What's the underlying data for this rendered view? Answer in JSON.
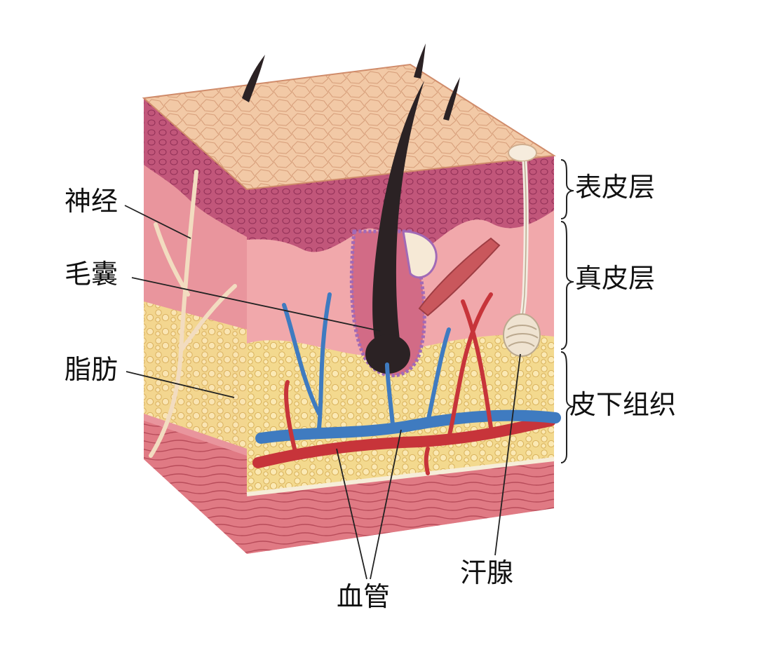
{
  "labels": {
    "nerve": "神经",
    "hair_follicle": "毛囊",
    "fat": "脂肪",
    "blood_vessels": "血管",
    "sweat_gland": "汗腺",
    "epidermis": "表皮层",
    "dermis": "真皮层",
    "subcutaneous": "皮下组织"
  },
  "colors": {
    "surface": "#f2c9a6",
    "surface_cells": "#d9a07c",
    "epidermis_layer": "#c1567a",
    "dermis": "#f1a8ab",
    "dermis_side": "#e9959d",
    "fat": "#f3d98e",
    "fat_cells": "#d9b25c",
    "muscle": "#d9707c",
    "hair": "#2b2224",
    "vein": "#3f7bc0",
    "artery": "#c7343a",
    "nerve": "#f2dcc0",
    "follicle_border": "#a16ab6"
  }
}
